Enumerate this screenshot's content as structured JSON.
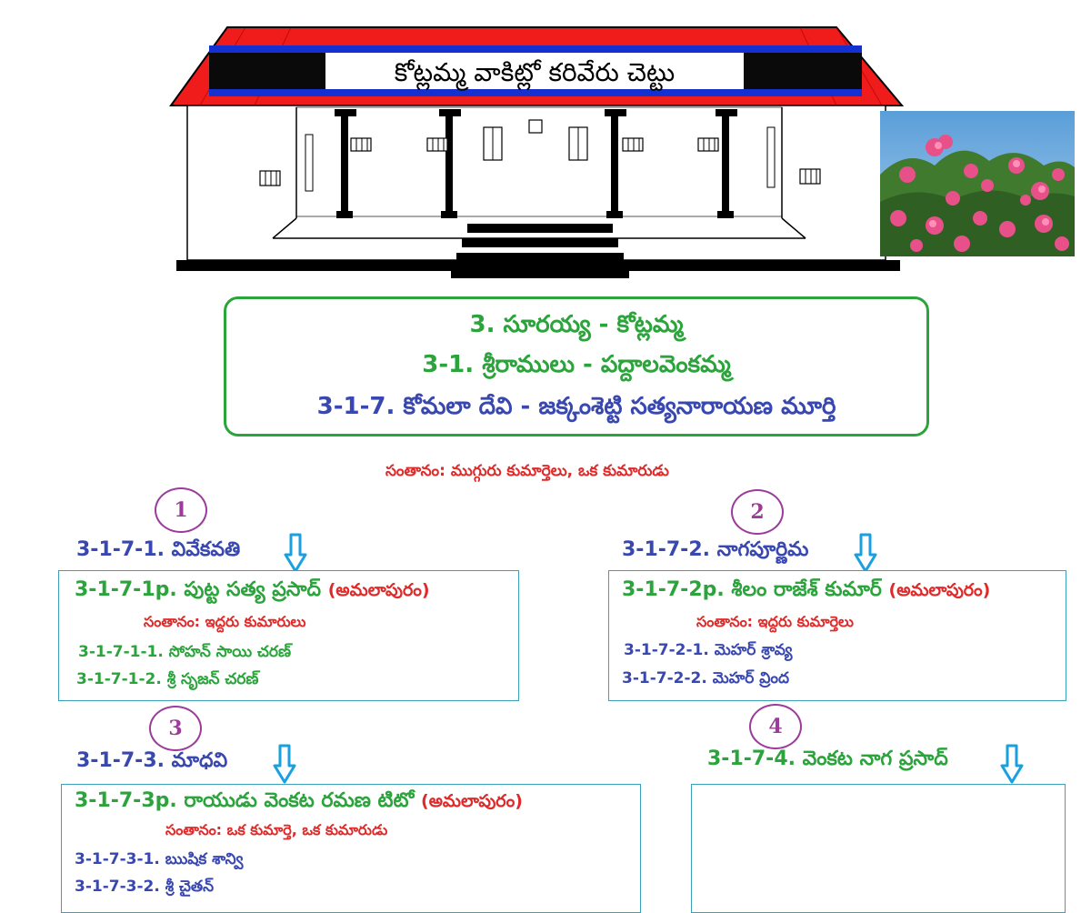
{
  "banner": {
    "title": "కోట్లమ్మ వాకిట్లో కరివేరు చెట్టు"
  },
  "header": {
    "line1": "3. సూరయ్య - కోట్లమ్మ",
    "line2": "3-1. శ్రీరాములు - పద్దాలవెంకమ్మ",
    "line3": "3-1-7. కోమలా దేవి - జక్కంశెట్టి సత్యనారాయణ మూర్తి"
  },
  "summary": "సంతానం: ముగ్గురు కుమార్తెలు, ఒక కుమారుడు",
  "children": [
    {
      "number": "1",
      "name": "3-1-7-1. వివేకవతి",
      "spouse_code": "3-1-7-1p.",
      "spouse_name": "పుట్ట సత్య ప్రసాద్",
      "place": "(అమలాపురం)",
      "offspring_label": "సంతానం: ఇద్దరు కుమారులు",
      "grandchildren": [
        "3-1-7-1-1. సోహన్ సాయి చరణ్",
        "3-1-7-1-2. శ్రీ సృజన్ చరణ్"
      ]
    },
    {
      "number": "2",
      "name": "3-1-7-2. నాగపూర్ణిమ",
      "spouse_code": "3-1-7-2p.",
      "spouse_name": "శీలం రాజేశ్ కుమార్",
      "place": "(అమలాపురం)",
      "offspring_label": "సంతానం: ఇద్దరు కుమార్తెలు",
      "grandchildren": [
        "3-1-7-2-1. మెహర్ శ్రావ్య",
        "3-1-7-2-2. మెహర్ వ్రింద"
      ]
    },
    {
      "number": "3",
      "name": "3-1-7-3. మాధవి",
      "spouse_code": "3-1-7-3p.",
      "spouse_name": "రాయుడు వెంకట రమణ టిటో",
      "place": "(అమలాపురం)",
      "offspring_label": "సంతానం: ఒక కుమార్తె, ఒక కుమారుడు",
      "grandchildren": [
        "3-1-7-3-1. ఋషిక శాన్వి",
        "3-1-7-3-2. శ్రీ చైతన్"
      ]
    },
    {
      "number": "4",
      "name": "3-1-7-4. వెంకట నాగ ప్రసాద్"
    }
  ],
  "colors": {
    "green": "#2ba43c",
    "blue": "#3848b0",
    "red": "#e02a2a",
    "roof": "#f01c1c",
    "circle": "#9b3b9b",
    "arrow": "#1aa0e0",
    "box_border": "#3aa0b8"
  },
  "icons": [
    "house-illustration",
    "oleander-flowers-photo",
    "down-arrow-icon"
  ]
}
